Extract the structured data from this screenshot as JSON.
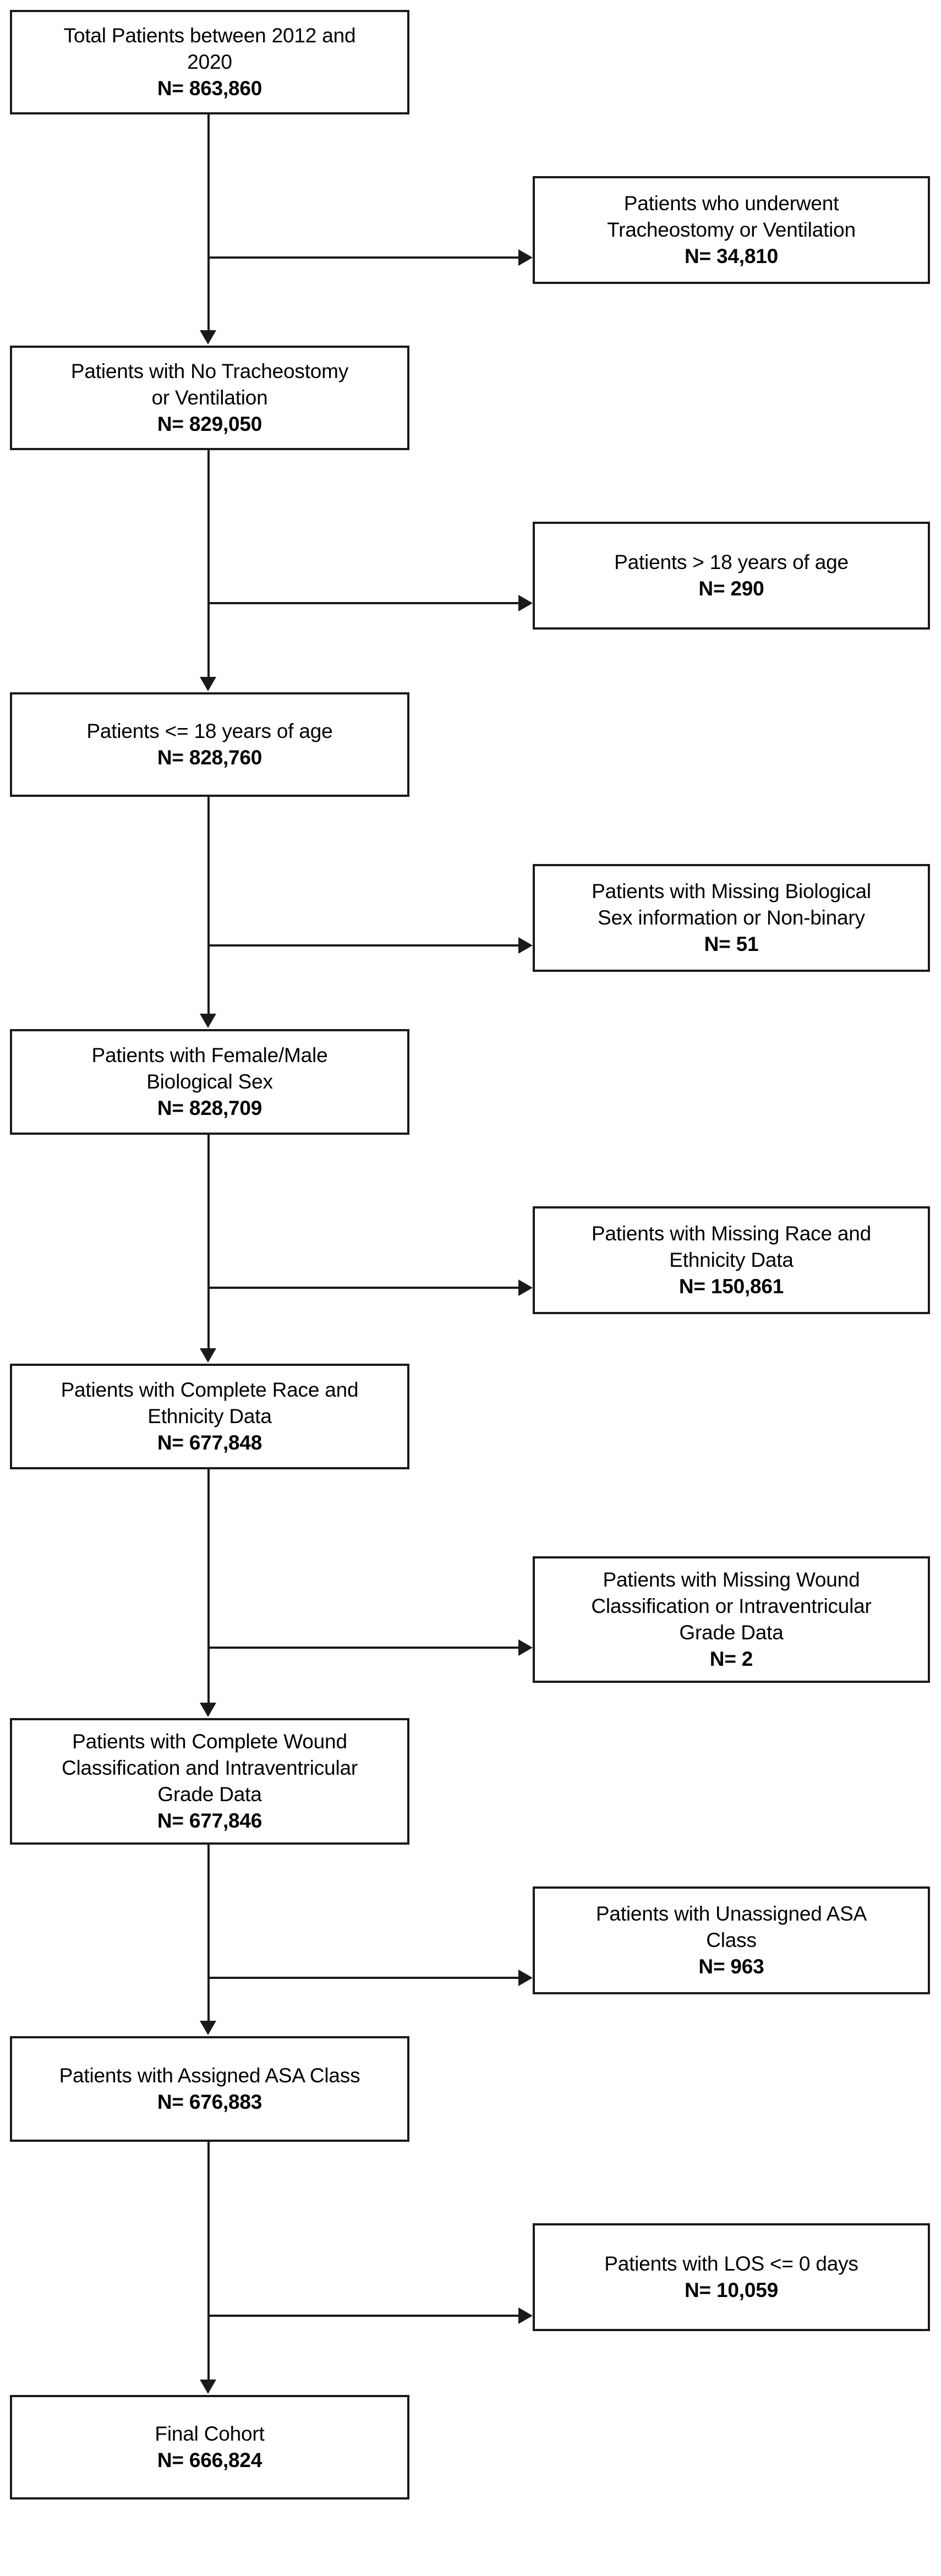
{
  "diagram": {
    "title": "Patient cohort selection flow diagram",
    "type": "flowchart",
    "accent_color": "#1a1a1a",
    "background_color": "#ffffff",
    "count_prefix": "N="
  },
  "main_nodes": [
    {
      "id": "total-patients",
      "lines": [
        "Total Patients between 2012 and",
        "2020"
      ],
      "count": "N= 863,860"
    },
    {
      "id": "no-trach-vent",
      "lines": [
        "Patients with No Tracheostomy",
        "or Ventilation"
      ],
      "count": "N= 829,050"
    },
    {
      "id": "age-le-18",
      "lines": [
        "Patients <= 18 years of age"
      ],
      "count": "N= 828,760"
    },
    {
      "id": "female-male-sex",
      "lines": [
        "Patients with Female/Male",
        "Biological Sex"
      ],
      "count": "N= 828,709"
    },
    {
      "id": "complete-race-ethnicity",
      "lines": [
        "Patients with Complete Race and",
        "Ethnicity Data"
      ],
      "count": "N= 677,848"
    },
    {
      "id": "complete-wound-ivh",
      "lines": [
        "Patients with Complete Wound",
        "Classification and Intraventricular",
        "Grade Data"
      ],
      "count": "N= 677,846"
    },
    {
      "id": "assigned-asa",
      "lines": [
        "Patients with Assigned ASA Class"
      ],
      "count": "N= 676,883"
    },
    {
      "id": "final-cohort",
      "lines": [
        "Final Cohort"
      ],
      "count": "N= 666,824"
    }
  ],
  "excluded_nodes": [
    {
      "id": "underwent-trach-vent",
      "lines": [
        "Patients who underwent",
        "Tracheostomy or Ventilation"
      ],
      "count": "N= 34,810"
    },
    {
      "id": "age-gt-18",
      "lines": [
        "Patients > 18 years of age"
      ],
      "count": "N= 290"
    },
    {
      "id": "missing-sex",
      "lines": [
        "Patients with Missing Biological",
        "Sex information or Non-binary"
      ],
      "count": "N= 51"
    },
    {
      "id": "missing-race-ethnicity",
      "lines": [
        "Patients with Missing Race and",
        "Ethnicity Data"
      ],
      "count": "N= 150,861"
    },
    {
      "id": "missing-wound-ivh",
      "lines": [
        "Patients with Missing Wound",
        "Classification or Intraventricular",
        "Grade Data"
      ],
      "count": "N= 2"
    },
    {
      "id": "unassigned-asa",
      "lines": [
        "Patients with Unassigned ASA",
        "Class"
      ],
      "count": "N= 963"
    },
    {
      "id": "los-le-0",
      "lines": [
        "Patients with LOS <= 0 days"
      ],
      "count": "N= 10,059"
    }
  ],
  "chart_data": {
    "type": "flowchart",
    "title": "Patient cohort selection flow diagram",
    "steps": [
      {
        "stage": "Total Patients between 2012 and 2020",
        "n": 863860,
        "excluded_label": "Patients who underwent Tracheostomy or Ventilation",
        "excluded_n": 34810
      },
      {
        "stage": "Patients with No Tracheostomy or Ventilation",
        "n": 829050,
        "excluded_label": "Patients > 18 years of age",
        "excluded_n": 290
      },
      {
        "stage": "Patients <= 18 years of age",
        "n": 828760,
        "excluded_label": "Patients with Missing Biological Sex information or Non-binary",
        "excluded_n": 51
      },
      {
        "stage": "Patients with Female/Male Biological Sex",
        "n": 828709,
        "excluded_label": "Patients with Missing Race and Ethnicity Data",
        "excluded_n": 150861
      },
      {
        "stage": "Patients with Complete Race and Ethnicity Data",
        "n": 677848,
        "excluded_label": "Patients with Missing Wound Classification or Intraventricular Grade Data",
        "excluded_n": 2
      },
      {
        "stage": "Patients with Complete Wound Classification and Intraventricular Grade Data",
        "n": 677846,
        "excluded_label": "Patients with Unassigned ASA Class",
        "excluded_n": 963
      },
      {
        "stage": "Patients with Assigned ASA Class",
        "n": 676883,
        "excluded_label": "Patients with LOS <= 0 days",
        "excluded_n": 10059
      },
      {
        "stage": "Final Cohort",
        "n": 666824,
        "excluded_label": null,
        "excluded_n": null
      }
    ]
  }
}
